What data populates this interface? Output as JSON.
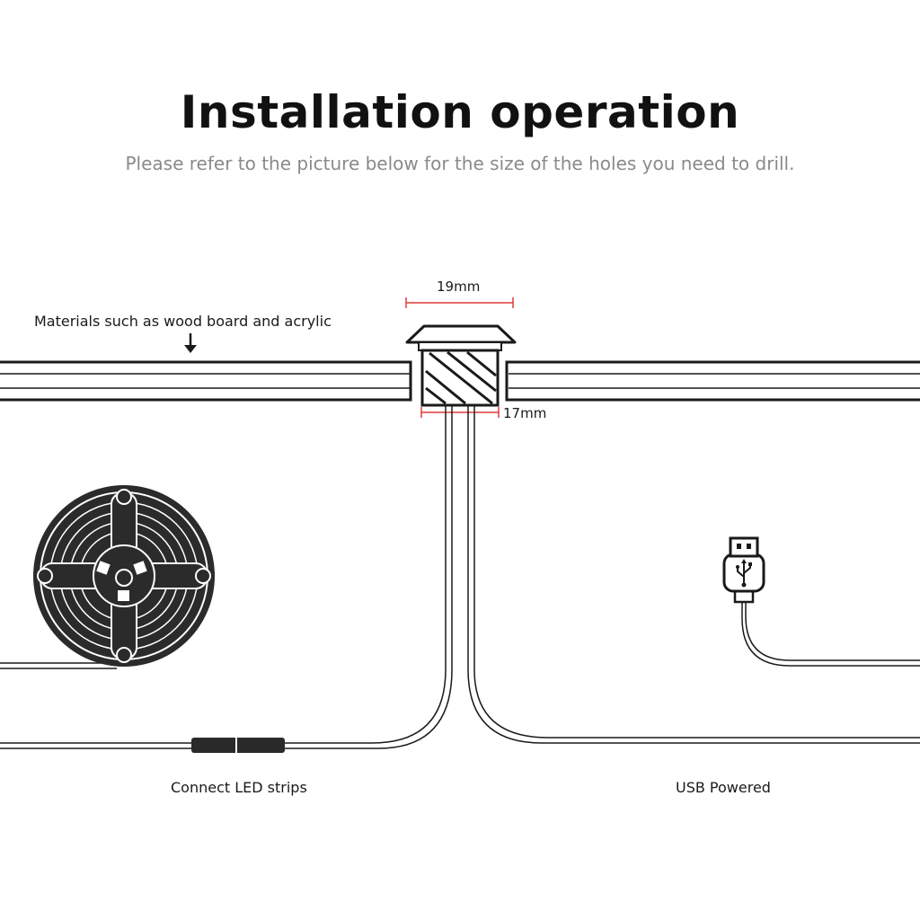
{
  "header": {
    "title": "Installation operation",
    "subtitle": "Please refer to the picture below for the size of the holes you need to drill."
  },
  "labels": {
    "materials": "Materials such as wood board and acrylic",
    "outer_diameter": "19mm",
    "hole_diameter": "17mm",
    "connect": "Connect LED strips",
    "usb": "USB Powered"
  },
  "colors": {
    "line": "#1a1a1a",
    "dimension": "#e03a3a",
    "subtitle": "#8a8a8a"
  },
  "icons": {
    "reel": "led-strip-reel-icon",
    "usb": "usb-plug-icon",
    "arrow": "arrow-down-icon"
  }
}
